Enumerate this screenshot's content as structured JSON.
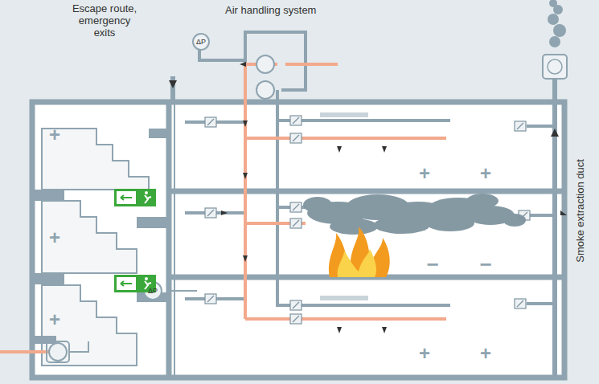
{
  "diagram": {
    "labels": [
      "Escape route, emergency exits",
      "Air handling system",
      "Smoke extraction duct",
      "ΔP",
      "ΔP",
      "+",
      "+",
      "+",
      "+",
      "+",
      "+",
      "+",
      "−",
      "−"
    ]
  }
}
